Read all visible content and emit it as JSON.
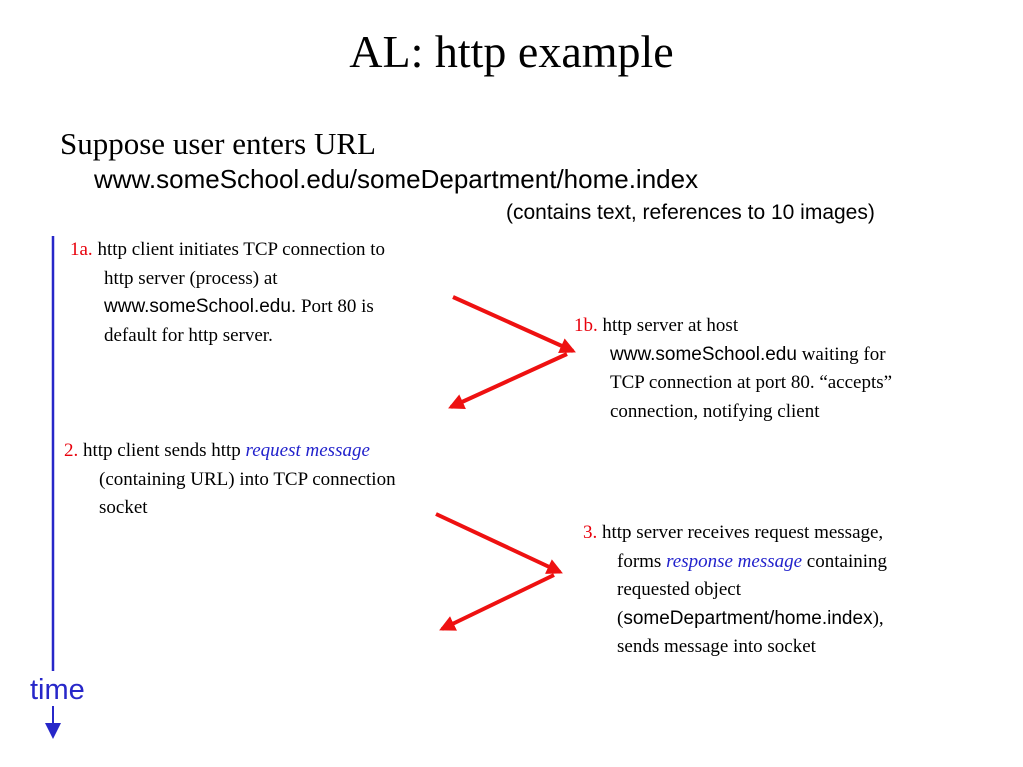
{
  "title": "AL: http example",
  "intro": {
    "line1": "Suppose user enters URL",
    "url": "www.someSchool.edu/someDepartment/home.index",
    "note": "(contains text, references to 10 images)"
  },
  "steps": {
    "s1a": {
      "num": "1a.",
      "l1": "http client initiates TCP connection to",
      "l2": "http server (process) at",
      "l3_host": "www.someSchool.edu.",
      "l3_rest": " Port 80 is",
      "l4": "default for http server."
    },
    "s1b": {
      "num": "1b.",
      "l1": "http server at host",
      "l2_host": "www.someSchool.edu",
      "l2_rest": " waiting for",
      "l3": "TCP connection at port 80.  “accepts”",
      "l4": "connection, notifying client"
    },
    "s2": {
      "num": "2.",
      "l1_pre": "http client sends http ",
      "l1_em": "request message",
      "l2": "(containing URL) into TCP connection",
      "l3": "socket"
    },
    "s3": {
      "num": "3.",
      "l1": "http server receives request message,",
      "l2_pre": "forms ",
      "l2_em": "response message",
      "l2_post": " containing",
      "l3": "requested object",
      "l4_open": "(",
      "l4_path": "someDepartment/home.index",
      "l4_close": "),",
      "l5": "sends message into socket"
    }
  },
  "timeline": {
    "label": "time"
  },
  "colors": {
    "arrow": "#ee1111",
    "timeline": "#2727c9",
    "step_number": "#e8000b",
    "emphasis": "#2222cc"
  }
}
